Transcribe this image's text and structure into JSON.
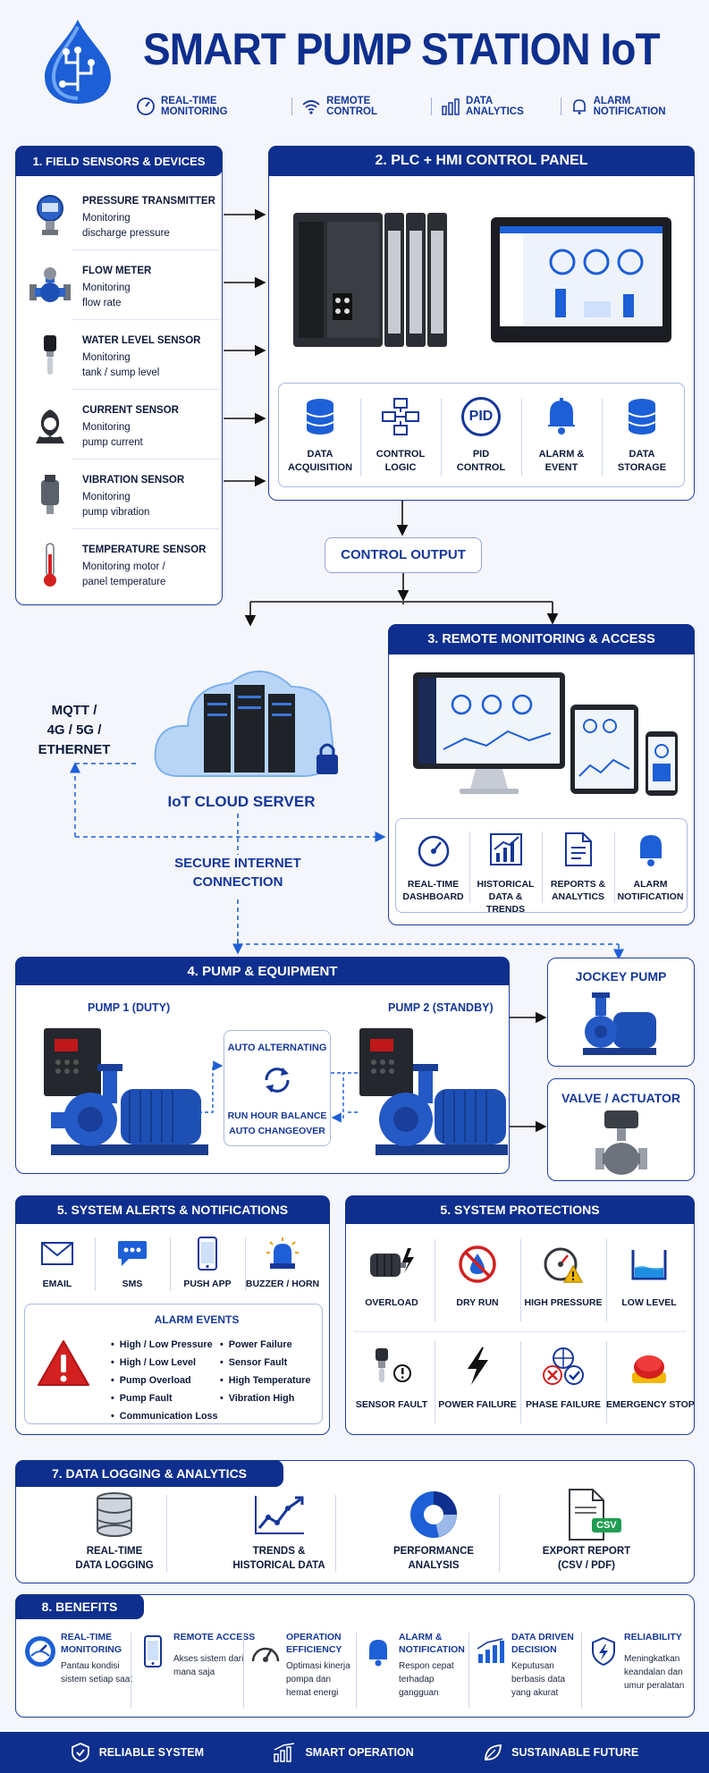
{
  "header": {
    "title": "SMART PUMP STATION IoT",
    "features": [
      "REAL-TIME MONITORING",
      "REMOTE CONTROL",
      "DATA ANALYTICS",
      "ALARM NOTIFICATION"
    ]
  },
  "sensors": {
    "title": "1. FIELD SENSORS & DEVICES",
    "items": [
      {
        "name": "PRESSURE TRANSMITTER",
        "desc1": "Monitoring",
        "desc2": "discharge pressure"
      },
      {
        "name": "FLOW METER",
        "desc1": "Monitoring",
        "desc2": "flow rate"
      },
      {
        "name": "WATER LEVEL SENSOR",
        "desc1": "Monitoring",
        "desc2": "tank / sump level"
      },
      {
        "name": "CURRENT SENSOR",
        "desc1": "Monitoring",
        "desc2": "pump current"
      },
      {
        "name": "VIBRATION SENSOR",
        "desc1": "Monitoring",
        "desc2": "pump vibration"
      },
      {
        "name": "TEMPERATURE SENSOR",
        "desc1": "Monitoring motor /",
        "desc2": "panel temperature"
      }
    ]
  },
  "plc": {
    "title": "2. PLC + HMI CONTROL PANEL",
    "functions": [
      [
        "DATA",
        "ACQUISITION"
      ],
      [
        "CONTROL",
        "LOGIC"
      ],
      [
        "PID",
        "CONTROL"
      ],
      [
        "ALARM &",
        "EVENT"
      ],
      [
        "DATA",
        "STORAGE"
      ]
    ],
    "pid_text": "PID"
  },
  "control_output": "CONTROL OUTPUT",
  "cloud": {
    "protocol": [
      "MQTT /",
      "4G / 5G /",
      "ETHERNET"
    ],
    "server": "IoT CLOUD SERVER",
    "secure": [
      "SECURE INTERNET",
      "CONNECTION"
    ]
  },
  "remote": {
    "title": "3. REMOTE MONITORING & ACCESS",
    "items": [
      [
        "REAL-TIME",
        "DASHBOARD"
      ],
      [
        "HISTORICAL",
        "DATA & TRENDS"
      ],
      [
        "REPORTS &",
        "ANALYTICS"
      ],
      [
        "ALARM",
        "NOTIFICATION"
      ]
    ]
  },
  "pump": {
    "title": "4. PUMP & EQUIPMENT",
    "pump1": "PUMP 1 (DUTY)",
    "pump2": "PUMP 2 (STANDBY)",
    "alt_title": "AUTO ALTERNATING",
    "alt1": "RUN HOUR BALANCE",
    "alt2": "AUTO CHANGEOVER",
    "jockey": "JOCKEY PUMP",
    "valve": "VALVE / ACTUATOR"
  },
  "alerts": {
    "title": "5. SYSTEM ALERTS & NOTIFICATIONS",
    "channels": [
      "EMAIL",
      "SMS",
      "PUSH APP",
      "BUZZER / HORN"
    ],
    "events_title": "ALARM EVENTS",
    "events_left": [
      "High / Low Pressure",
      "High / Low Level",
      "Pump Overload",
      "Pump Fault",
      "Communication Loss"
    ],
    "events_right": [
      "Power Failure",
      "Sensor Fault",
      "High Temperature",
      "Vibration High"
    ]
  },
  "protect": {
    "title": "5. SYSTEM PROTECTIONS",
    "items": [
      "OVERLOAD",
      "DRY RUN",
      "HIGH PRESSURE",
      "LOW LEVEL",
      "SENSOR FAULT",
      "POWER FAILURE",
      "PHASE FAILURE",
      "EMERGENCY STOP"
    ]
  },
  "logging": {
    "title": "7. DATA LOGGING & ANALYTICS",
    "items": [
      [
        "REAL-TIME",
        "DATA LOGGING"
      ],
      [
        "TRENDS &",
        "HISTORICAL DATA"
      ],
      [
        "PERFORMANCE",
        "ANALYSIS"
      ],
      [
        "EXPORT REPORT",
        "(CSV / PDF)"
      ]
    ],
    "csv": "CSV"
  },
  "benefits": {
    "title": "8. BENEFITS",
    "items": [
      {
        "t1": "REAL-TIME",
        "t2": "MONITORING",
        "d": [
          "Pantau kondisi",
          "sistem setiap saat"
        ]
      },
      {
        "t1": "REMOTE ACCESS",
        "t2": "",
        "d": [
          "Akses sistem dari",
          "mana saja"
        ]
      },
      {
        "t1": "OPERATION",
        "t2": "EFFICIENCY",
        "d": [
          "Optimasi kinerja",
          "pompa dan",
          "hemat energi"
        ]
      },
      {
        "t1": "ALARM &",
        "t2": "NOTIFICATION",
        "d": [
          "Respon cepat",
          "terhadap",
          "gangguan"
        ]
      },
      {
        "t1": "DATA DRIVEN",
        "t2": "DECISION",
        "d": [
          "Keputusan",
          "berbasis data",
          "yang akurat"
        ]
      },
      {
        "t1": "RELIABILITY",
        "t2": "",
        "d": [
          "Meningkatkan",
          "keandalan dan",
          "umur peralatan"
        ]
      }
    ]
  },
  "footer": [
    "RELIABLE SYSTEM",
    "SMART OPERATION",
    "SUSTAINABLE FUTURE"
  ],
  "colors": {
    "primary": "#0f2f8e",
    "accent": "#1d5fd6",
    "red": "#d32020"
  }
}
